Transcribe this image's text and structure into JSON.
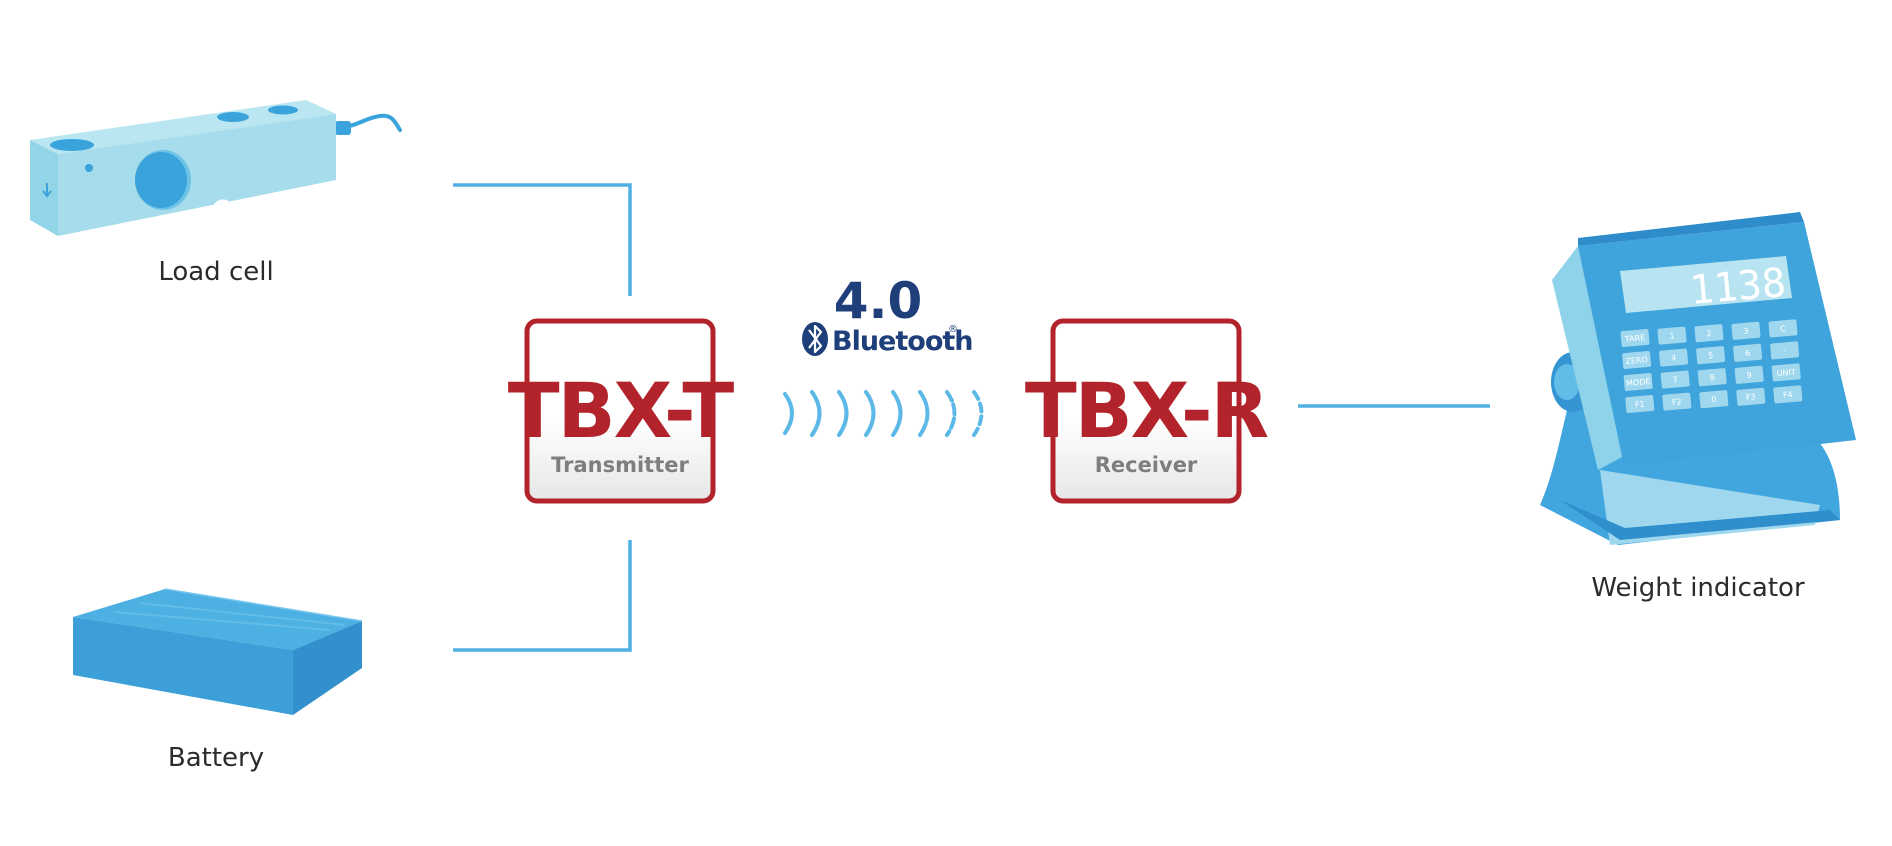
{
  "colors": {
    "accent_blue": "#3aa3dc",
    "light_blue": "#a6dceb",
    "device_blue": "#42a6de",
    "box_red": "#b3232b",
    "box_subtitle": "#7e7e7e",
    "bluetooth_navy": "#1e3f7a",
    "label_text": "#2b2b2b"
  },
  "nodes": {
    "load_cell": {
      "label": "Load cell",
      "icon": "load-cell-icon"
    },
    "battery": {
      "label": "Battery",
      "icon": "battery-icon"
    },
    "weight_indicator": {
      "label": "Weight indicator",
      "icon": "weight-indicator-icon",
      "display": "1138"
    },
    "transmitter": {
      "title": "TBX-T",
      "subtitle": "Transmitter"
    },
    "receiver": {
      "title": "TBX-R",
      "subtitle": "Receiver"
    }
  },
  "bluetooth": {
    "version": "4.0",
    "word": "Bluetooth",
    "mark": "®",
    "icon": "bluetooth-icon"
  },
  "keypad": [
    [
      "TARE",
      "1",
      "2",
      "3",
      "C"
    ],
    [
      "ZERO",
      "4",
      "5",
      "6",
      "·"
    ],
    [
      "MODE",
      "7",
      "8",
      "9",
      "UNIT"
    ],
    [
      "F1",
      "F2",
      "0",
      "F3",
      "F4"
    ]
  ]
}
